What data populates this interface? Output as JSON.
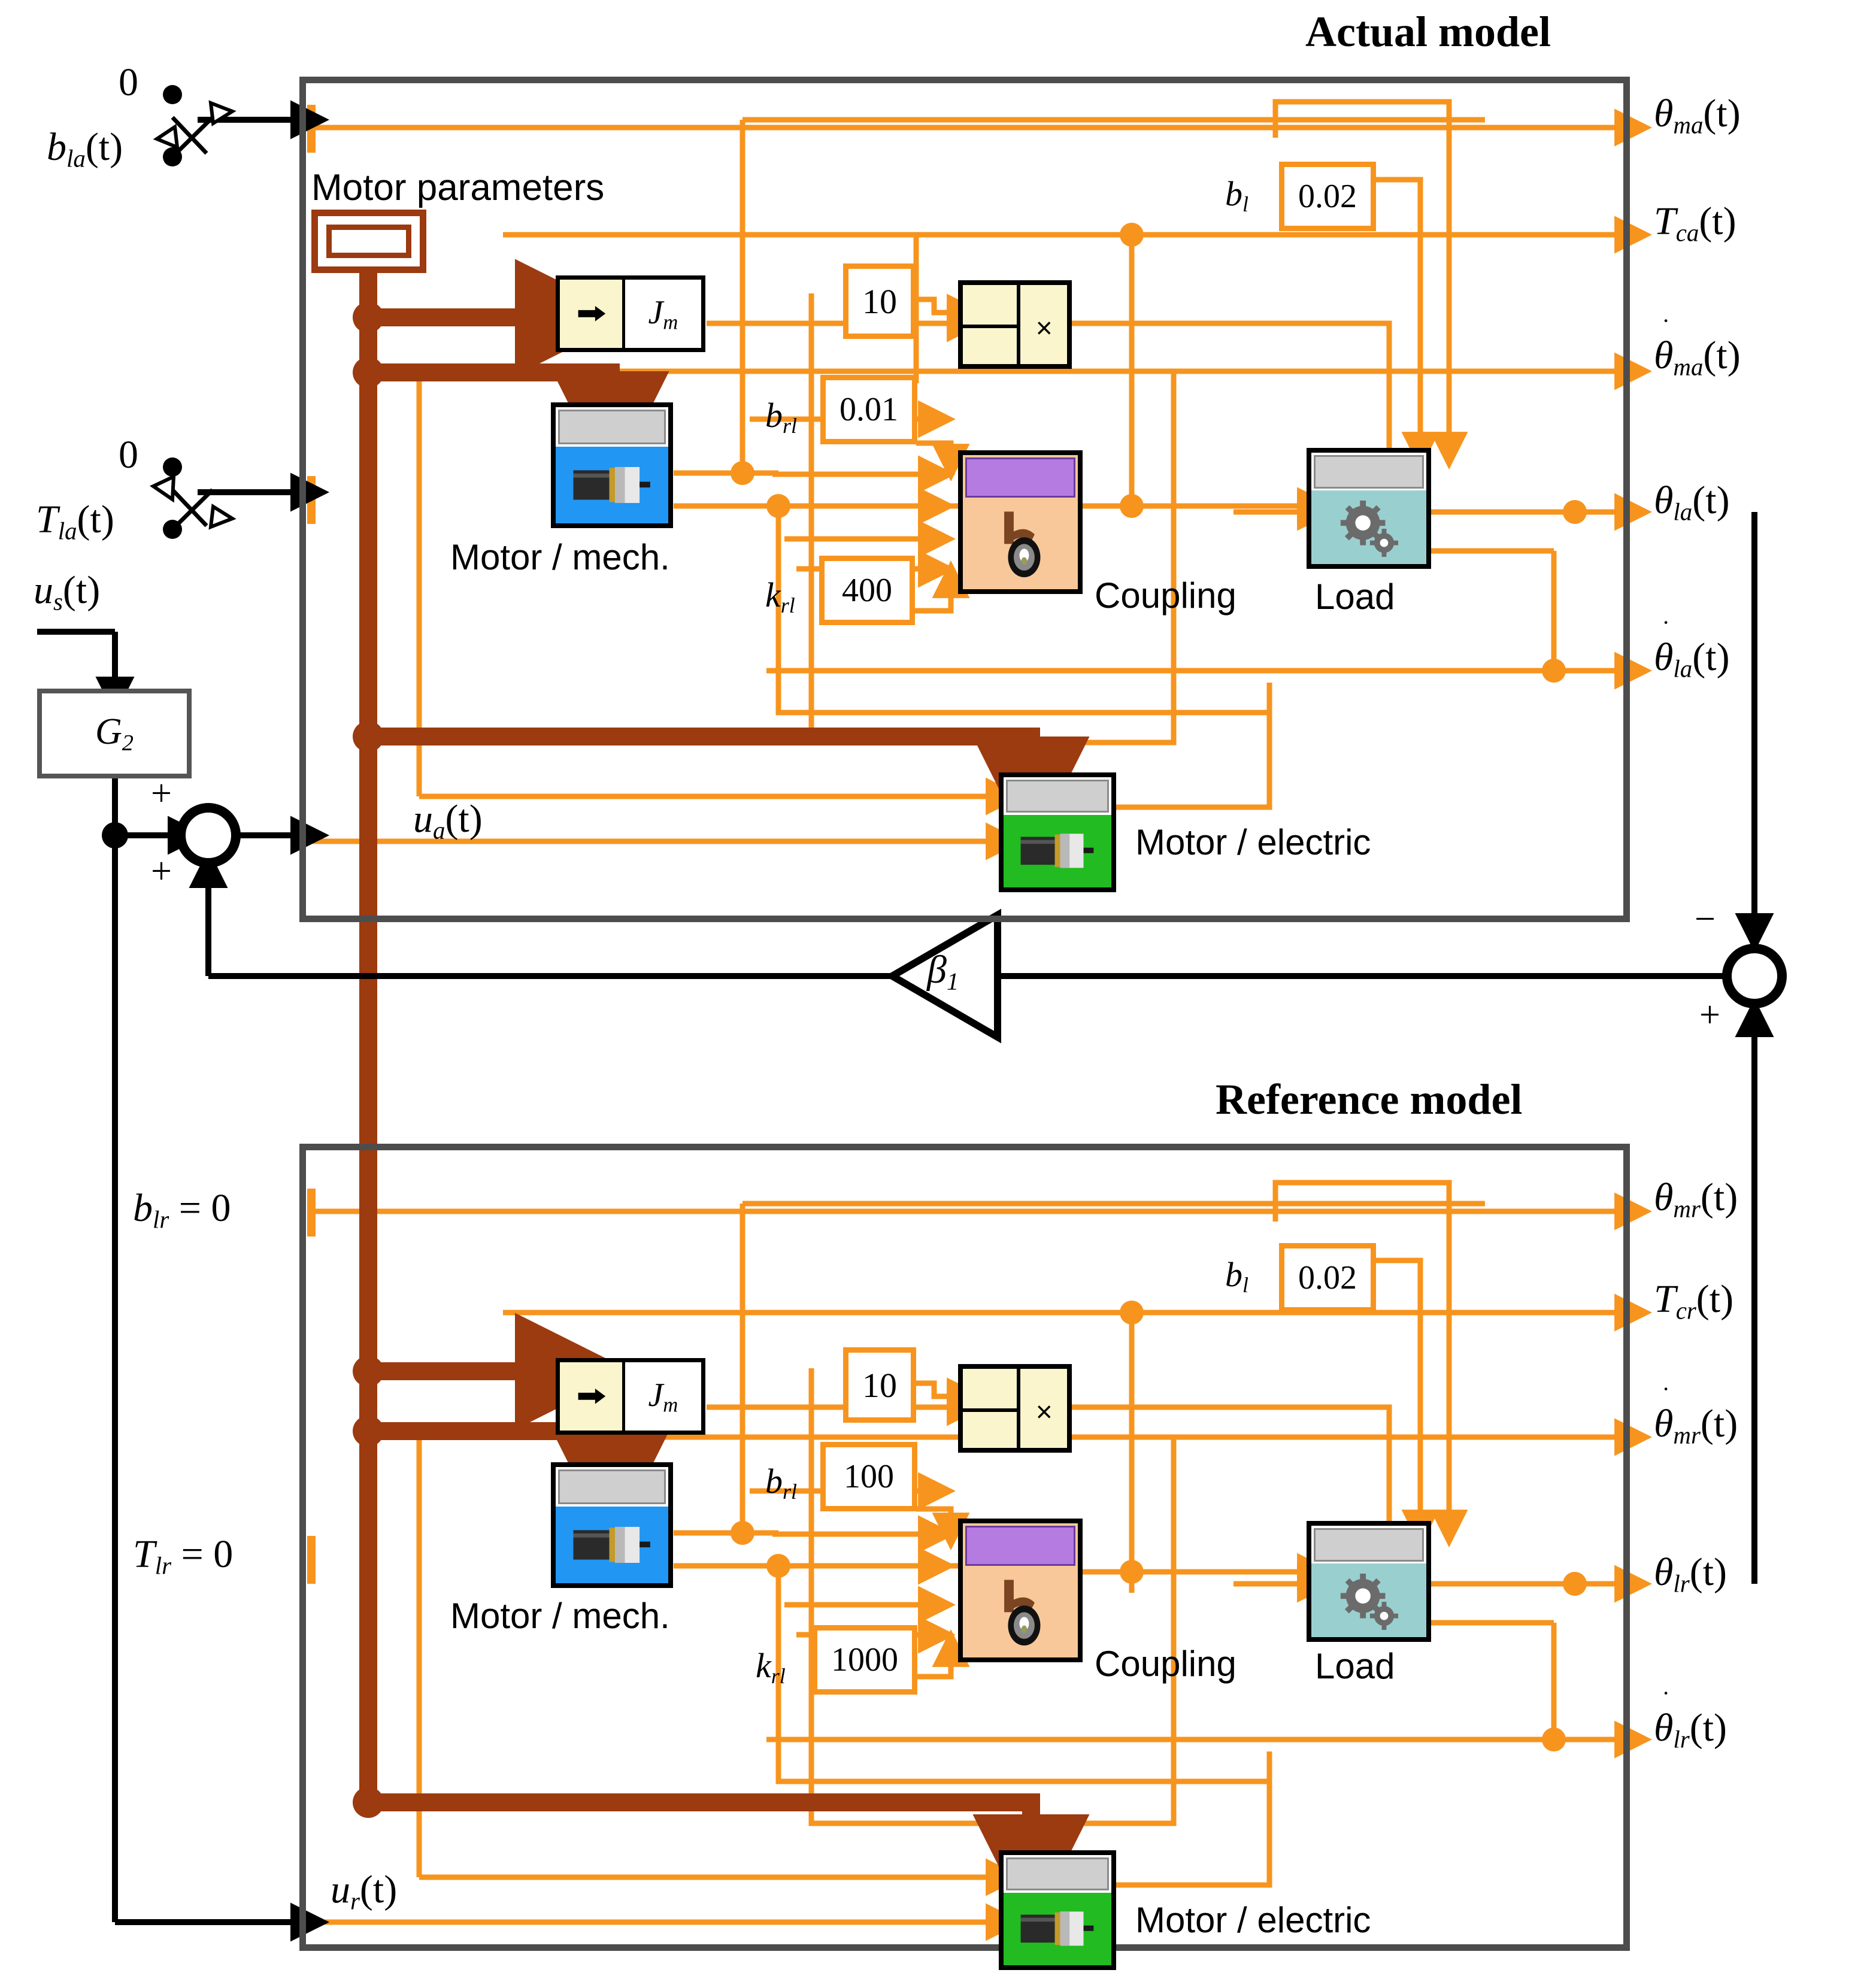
{
  "diagram": {
    "title_actual": "Actual model",
    "title_reference": "Reference model",
    "colors": {
      "signal": "#F7941E",
      "bus": "#9C3A10",
      "frame": "#4d4d4d",
      "black": "#000000",
      "motor_mech_fill": "#2196F3",
      "motor_elec_fill": "#22BB22",
      "load_fill": "#9ACFCF",
      "coupling_fill": "#F8C89A",
      "coupling_cap": "#B57BE0",
      "gain_fill": "#FAF5CC"
    }
  },
  "external": {
    "bla_switch_top": "0",
    "bla_label": "b",
    "bla_sub": "la",
    "bla_arg": "(t)",
    "tla_switch_top": "0",
    "tla_label": "T",
    "tla_sub": "la",
    "tla_arg": "(t)",
    "us_label": "u",
    "us_sub": "s",
    "us_arg": "(t)",
    "g2_label": "G",
    "g2_sub": "2",
    "sum_left_plus_top": "+",
    "sum_left_plus_bottom": "+",
    "beta_label": "β",
    "beta_sub": "1",
    "sum_right_minus": "−",
    "sum_right_plus": "+"
  },
  "actual": {
    "ua_label": "u",
    "ua_sub": "a",
    "ua_arg": "(t)",
    "motor_parameters_label": "Motor  parameters",
    "jm_label": "J",
    "jm_sub": "m",
    "gain_10": "10",
    "product_symbol": "×",
    "bl_label": "b",
    "bl_sub": "l",
    "bl_value": "0.02",
    "brl_label": "b",
    "brl_sub": "rl",
    "brl_value": "0.01",
    "krl_label": "k",
    "krl_sub": "rl",
    "krl_value": "400",
    "motor_mech_caption": "Motor / mech.",
    "coupling_caption": "Coupling",
    "load_caption": "Load",
    "motor_electric_caption": "Motor / electric",
    "outputs": [
      {
        "sym": "θ",
        "sub": "ma",
        "arg": "(t)",
        "dot": false
      },
      {
        "sym": "T",
        "sub": "ca",
        "arg": "(t)",
        "dot": false
      },
      {
        "sym": "θ",
        "sub": "ma",
        "arg": "(t)",
        "dot": true
      },
      {
        "sym": "θ",
        "sub": "la",
        "arg": "(t)",
        "dot": false
      },
      {
        "sym": "θ",
        "sub": "la",
        "arg": "(t)",
        "dot": true
      }
    ]
  },
  "reference": {
    "ur_label": "u",
    "ur_sub": "r",
    "ur_arg": "(t)",
    "blr_label": "b",
    "blr_sub": "lr",
    "blr_eq": "= 0",
    "tlr_label": "T",
    "tlr_sub": "lr",
    "tlr_eq": "= 0",
    "jm_label": "J",
    "jm_sub": "m",
    "gain_10": "10",
    "product_symbol": "×",
    "bl_label": "b",
    "bl_sub": "l",
    "bl_value": "0.02",
    "brl_label": "b",
    "brl_sub": "rl",
    "brl_value": "100",
    "krl_label": "k",
    "krl_sub": "rl",
    "krl_value": "1000",
    "motor_mech_caption": "Motor / mech.",
    "coupling_caption": "Coupling",
    "load_caption": "Load",
    "motor_electric_caption": "Motor / electric",
    "outputs": [
      {
        "sym": "θ",
        "sub": "mr",
        "arg": "(t)",
        "dot": false
      },
      {
        "sym": "T",
        "sub": "cr",
        "arg": "(t)",
        "dot": false
      },
      {
        "sym": "θ",
        "sub": "mr",
        "arg": "(t)",
        "dot": true
      },
      {
        "sym": "θ",
        "sub": "lr",
        "arg": "(t)",
        "dot": false
      },
      {
        "sym": "θ",
        "sub": "lr",
        "arg": "(t)",
        "dot": true
      }
    ]
  }
}
